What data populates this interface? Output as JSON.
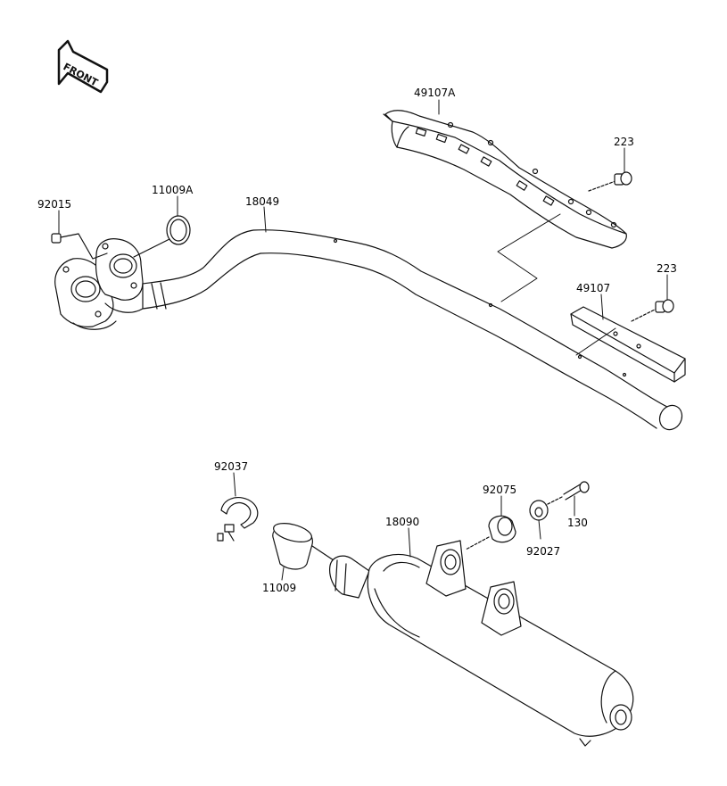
{
  "front_arrow": {
    "label": "FRONT"
  },
  "callouts": {
    "p49107A": "49107A",
    "p223_top": "223",
    "p92015": "92015",
    "p11009A": "11009A",
    "p18049": "18049",
    "p223_mid": "223",
    "p49107": "49107",
    "p92037": "92037",
    "p92075": "92075",
    "p18090": "18090",
    "p92027": "92027",
    "p130": "130",
    "p11009": "11009"
  }
}
